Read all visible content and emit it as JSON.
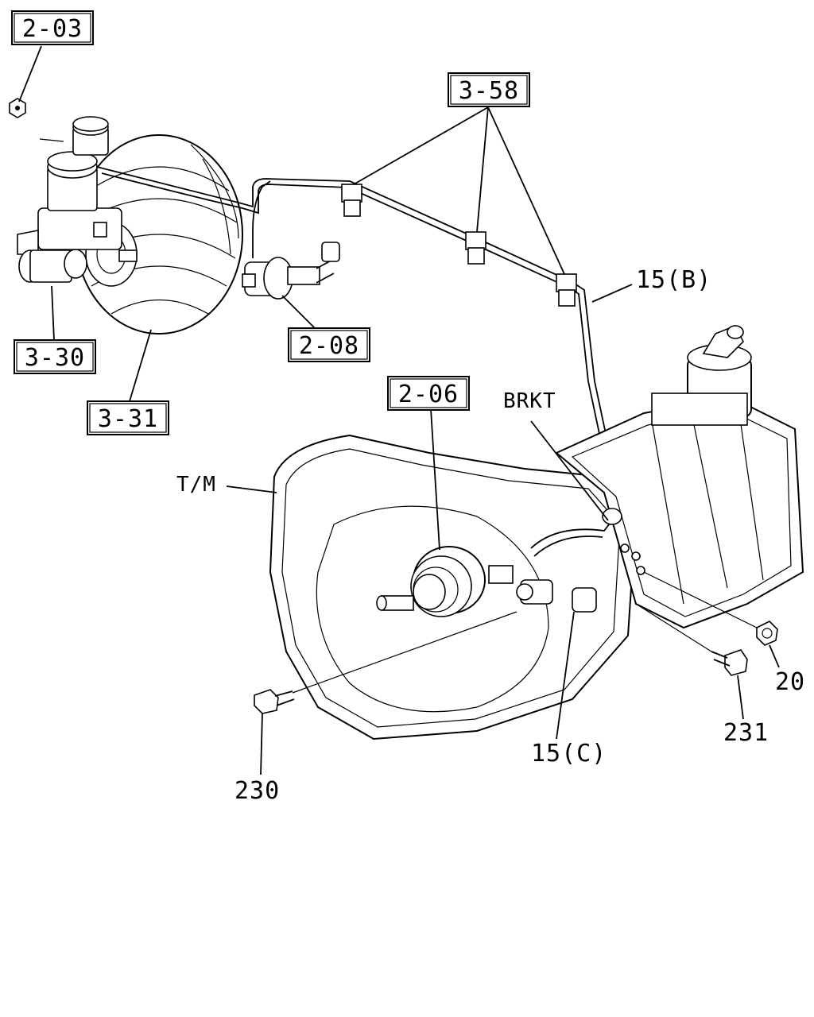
{
  "labels": {
    "ref_2_03": "2-03",
    "ref_3_58": "3-58",
    "ref_3_30": "3-30",
    "ref_3_31": "3-31",
    "ref_2_08": "2-08",
    "ref_2_06": "2-06",
    "pipe_b": "15(B)",
    "brkt": "BRKT",
    "tm": "T/M",
    "nut_20": "20",
    "bolt_231": "231",
    "pipe_c": "15(C)",
    "bolt_230": "230"
  }
}
